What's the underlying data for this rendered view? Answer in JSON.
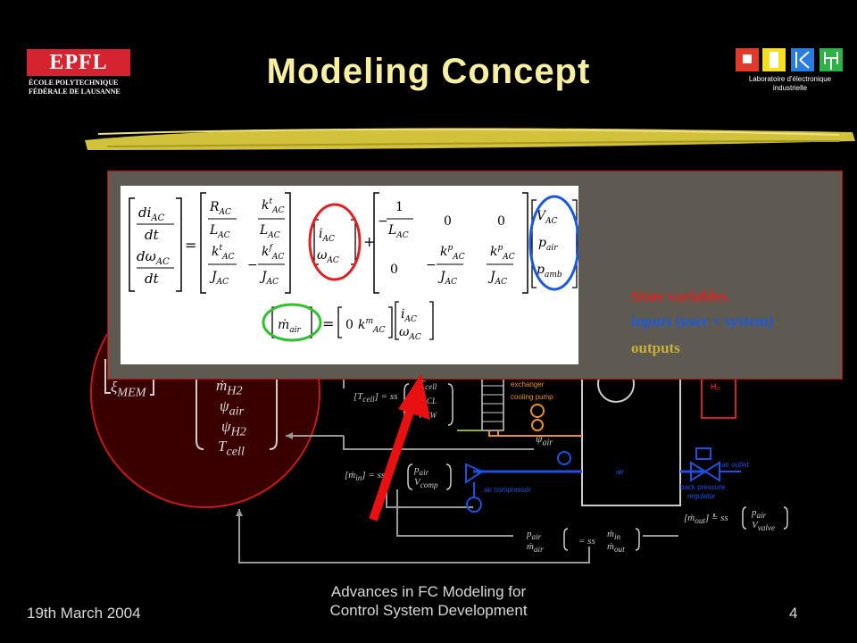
{
  "header": {
    "title": "Modeling Concept",
    "epfl_logo_text": "EPFL",
    "epfl_line1": "ÉCOLE POLYTECHNIQUE",
    "epfl_line2": "FÉDÉRALE DE LAUSANNE",
    "lab_line1": "Laboratoire d'électronique",
    "lab_line2": "industrielle"
  },
  "legend": {
    "state": "State variables",
    "inputs": "inputs (user + system)",
    "outputs": "outputs"
  },
  "diagram": {
    "cooling_pump": "cooling pump",
    "heat_exchanger": "exchanger",
    "air_compressor": "air compressor",
    "air_outlet": "air outlet",
    "back_pressure": "back pressure",
    "regulator": "regulator",
    "h2": "H₂",
    "air": "air"
  },
  "footer": {
    "date": "19th March 2004",
    "title_line1": "Advances in FC Modeling for",
    "title_line2": "Control System Development",
    "page": "4"
  },
  "colors": {
    "title": "#f8f0a0",
    "overlay_bg": "#5e5a52",
    "state_red": "#e02020",
    "inputs_blue": "#1a5ae0",
    "outputs_green": "#30c030"
  }
}
